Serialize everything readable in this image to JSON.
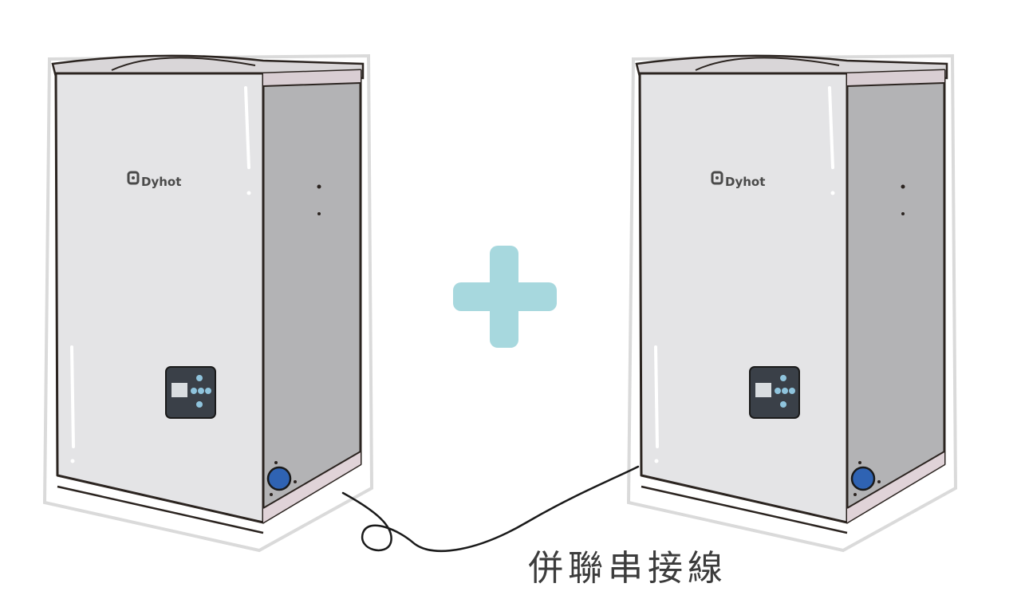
{
  "units": [
    {
      "brand": "Dyhot"
    },
    {
      "brand": "Dyhot"
    }
  ],
  "caption": "併聯串接線",
  "colors": {
    "plus_sign": "#a7d8de",
    "unit_front": "#e4e4e6",
    "unit_side": "#b3b3b5",
    "outline": "#2b2420",
    "water_port": "#2f63b3",
    "panel": "#3a4048",
    "panel_button": "#8fc4dd"
  },
  "icons": {
    "plus": "plus-icon",
    "brand_logo": "dyhot-logo-icon",
    "control_panel": "control-panel-icon",
    "water_port": "water-port-icon",
    "cable": "connection-cable"
  }
}
